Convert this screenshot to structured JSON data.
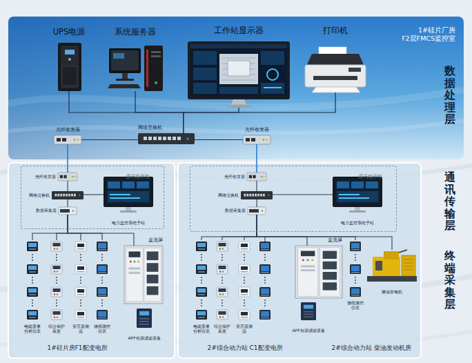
{
  "diagram": {
    "nodes": [
      {
        "text": [
          "1#硅片厂房 F2层FMCS监控室",
          "数据处理层"
        ]
      },
      {
        "text": [
          "UPS电源"
        ],
        "in": 0
      },
      {
        "text": [
          "系统服务器"
        ],
        "in": 0
      },
      {
        "text": [
          "工作站显示器"
        ],
        "in": 0
      },
      {
        "text": [
          "打印机"
        ],
        "in": 0
      },
      {
        "text": [
          "光纤收发器"
        ],
        "in": 0
      },
      {
        "text": [
          "网络交换机"
        ],
        "in": 0
      },
      {
        "text": [
          "光纤收发器"
        ],
        "in": 0
      },
      {
        "text": [
          "1#硅片房F1配变电所"
        ]
      },
      {
        "text": [
          "通讯组屏柜"
        ],
        "in": 8
      },
      {
        "text": [
          "光纤收发器"
        ],
        "in": 9
      },
      {
        "text": [
          "网络交换机"
        ],
        "in": 9
      },
      {
        "text": [
          "数据采集器"
        ],
        "in": 9
      },
      {
        "text": [
          "电力监控系统子站"
        ],
        "in": 9
      },
      {
        "text": [
          "电能质量分析仪表"
        ],
        "in": 8
      },
      {
        "text": [
          "综合保护装置"
        ],
        "in": 8
      },
      {
        "text": [
          "变压器测温"
        ],
        "in": 8
      },
      {
        "text": [
          "馈线测控仪表"
        ],
        "in": 8
      },
      {
        "text": [
          "直流屏"
        ],
        "in": 8
      },
      {
        "text": [
          "APF有源滤波设备"
        ],
        "in": 8
      },
      {
        "text": [
          "2#综合动力站 C1配变电所",
          "2#综合动力站 柴油发动机房"
        ]
      },
      {
        "text": [
          "通讯组屏柜"
        ],
        "in": 20
      },
      {
        "text": [
          "光纤收发器"
        ],
        "in": 21
      },
      {
        "text": [
          "网络交换机"
        ],
        "in": 21
      },
      {
        "text": [
          "数据采集器"
        ],
        "in": 21
      },
      {
        "text": [
          "电力监控系统子站"
        ],
        "in": 21
      },
      {
        "text": [
          "电能质量分析仪表"
        ],
        "in": 20
      },
      {
        "text": [
          "综合保护装置"
        ],
        "in": 20
      },
      {
        "text": [
          "变压器测温"
        ],
        "in": 20
      },
      {
        "text": [
          "直流屏"
        ],
        "in": 20
      },
      {
        "text": [
          "APF有源滤波设备"
        ],
        "in": 20
      },
      {
        "text": [
          "柴油发电机"
        ],
        "in": 20
      },
      {
        "text": [
          "馈线测控仪表"
        ],
        "in": 20
      }
    ],
    "edges": [
      {
        "from": 1,
        "to": 6,
        "arrow": "none"
      },
      {
        "from": 2,
        "to": 6,
        "arrow": "none"
      },
      {
        "from": 3,
        "to": 6,
        "arrow": "none"
      },
      {
        "from": 4,
        "to": 6,
        "arrow": "none"
      },
      {
        "from": 6,
        "to": 5,
        "arrow": "none"
      },
      {
        "from": 6,
        "to": 7,
        "arrow": "none"
      },
      {
        "from": 5,
        "to": 10,
        "arrow": "none"
      },
      {
        "from": 7,
        "to": 22,
        "arrow": "none"
      },
      {
        "from": 10,
        "to": 11,
        "arrow": "none"
      },
      {
        "from": 11,
        "to": 12,
        "arrow": "none"
      },
      {
        "from": 11,
        "to": 13,
        "arrow": "none"
      },
      {
        "from": 12,
        "to": 14,
        "arrow": "none"
      },
      {
        "from": 12,
        "to": 15,
        "arrow": "none"
      },
      {
        "from": 12,
        "to": 16,
        "arrow": "none"
      },
      {
        "from": 12,
        "to": 17,
        "arrow": "none"
      },
      {
        "from": 12,
        "to": 18,
        "arrow": "none"
      },
      {
        "from": 22,
        "to": 23,
        "arrow": "none"
      },
      {
        "from": 23,
        "to": 24,
        "arrow": "none"
      },
      {
        "from": 23,
        "to": 25,
        "arrow": "none"
      },
      {
        "from": 24,
        "to": 26,
        "arrow": "none"
      },
      {
        "from": 24,
        "to": 27,
        "arrow": "none"
      },
      {
        "from": 24,
        "to": 28,
        "arrow": "none"
      },
      {
        "from": 24,
        "to": 29,
        "arrow": "none"
      },
      {
        "from": 24,
        "to": 31,
        "arrow": "none"
      },
      {
        "from": 24,
        "to": 32,
        "arrow": "none"
      }
    ],
    "labels": [
      "通讯传输层",
      "终端采集层"
    ]
  }
}
